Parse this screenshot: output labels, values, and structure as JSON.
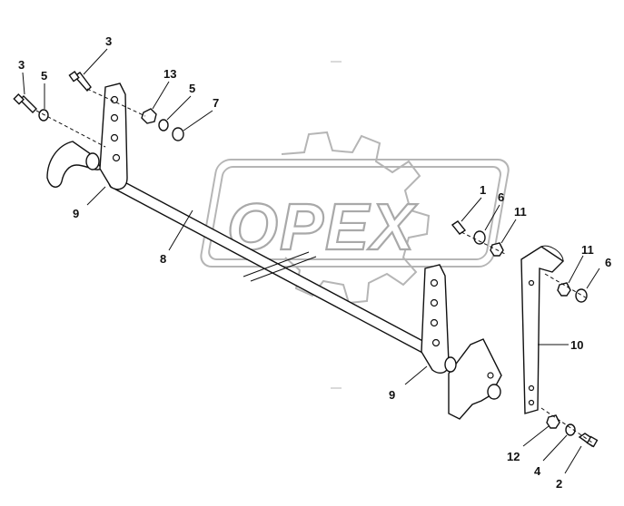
{
  "watermark": {
    "text": "OPEX"
  },
  "callouts": [
    {
      "id": "c3a",
      "text": "3"
    },
    {
      "id": "c3b",
      "text": "3"
    },
    {
      "id": "c5a",
      "text": "5"
    },
    {
      "id": "c13",
      "text": "13"
    },
    {
      "id": "c5b",
      "text": "5"
    },
    {
      "id": "c7",
      "text": "7"
    },
    {
      "id": "c9a",
      "text": "9"
    },
    {
      "id": "c8",
      "text": "8"
    },
    {
      "id": "c1",
      "text": "1"
    },
    {
      "id": "c6a",
      "text": "6"
    },
    {
      "id": "c11a",
      "text": "11"
    },
    {
      "id": "c11b",
      "text": "11"
    },
    {
      "id": "c6b",
      "text": "6"
    },
    {
      "id": "c10",
      "text": "10"
    },
    {
      "id": "c9b",
      "text": "9"
    },
    {
      "id": "c12",
      "text": "12"
    },
    {
      "id": "c4",
      "text": "4"
    },
    {
      "id": "c2",
      "text": "2"
    }
  ]
}
